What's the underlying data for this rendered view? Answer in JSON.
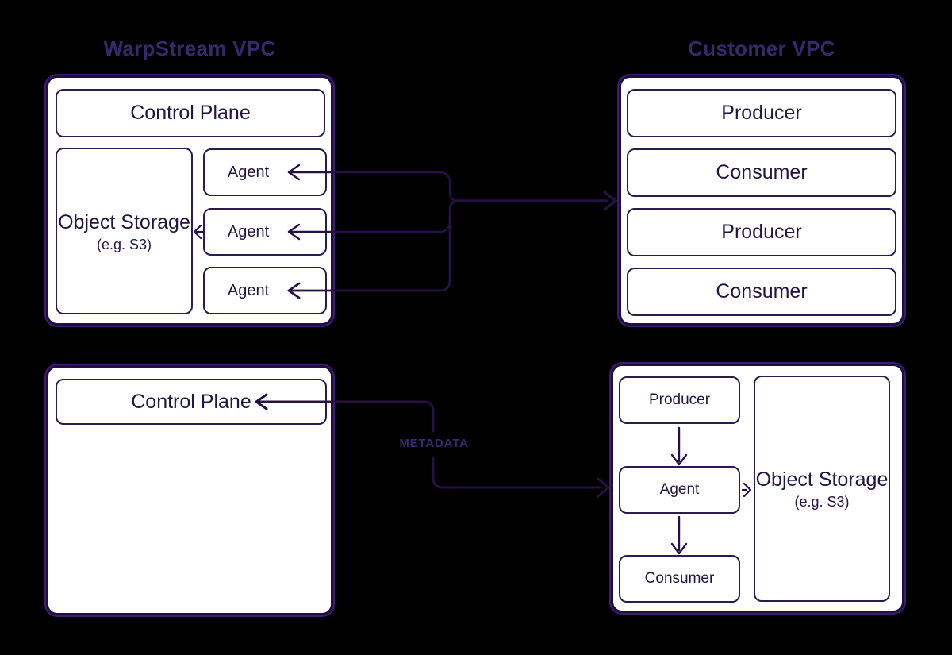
{
  "titles": {
    "left": "WarpStream VPC",
    "right": "Customer VPC"
  },
  "top_left": {
    "control_plane": "Control Plane",
    "object_storage": {
      "title": "Object Storage",
      "subtitle": "(e.g. S3)"
    },
    "agents": [
      "Agent",
      "Agent",
      "Agent"
    ]
  },
  "top_right": {
    "nodes": [
      "Producer",
      "Consumer",
      "Producer",
      "Consumer"
    ]
  },
  "bottom_left": {
    "control_plane": "Control Plane"
  },
  "bottom_right": {
    "producer": "Producer",
    "agent": "Agent",
    "consumer": "Consumer",
    "object_storage": {
      "title": "Object Storage",
      "subtitle": "(e.g. S3)"
    }
  },
  "connections": {
    "metadata_label": "METADATA"
  },
  "colors": {
    "background": "#000000",
    "panel_fill": "#ffffff",
    "panel_border": "#1f0e3e",
    "panel_glow": "#3d1d72",
    "node_border": "#2b1b4e",
    "node_text": "#241440",
    "title_text": "#36296a",
    "connector": "#261147",
    "metadata_text": "#3a2a6d"
  }
}
